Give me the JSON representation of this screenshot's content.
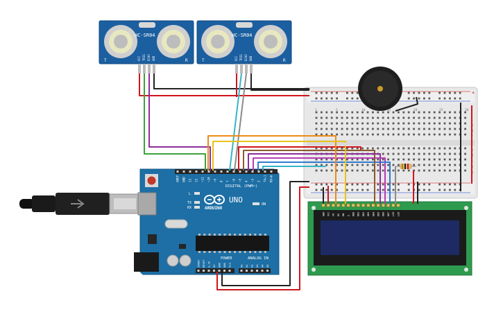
{
  "sensors": [
    {
      "label": "HC-SR04",
      "pin_labels": [
        "VCC",
        "TRIG",
        "ECHO",
        "GND"
      ],
      "corner_left": "T",
      "corner_right": "R"
    },
    {
      "label": "HC-SR04",
      "pin_labels": [
        "VCC",
        "TRIG",
        "ECHO",
        "GND"
      ],
      "corner_left": "T",
      "corner_right": "R"
    }
  ],
  "arduino": {
    "brand": "ARDUINO",
    "model": "UNO",
    "digital_header": "DIGITAL (PWM~)",
    "digital_pins": [
      "AREF",
      "GND",
      "13",
      "12",
      "~11",
      "~10",
      "~9",
      "8",
      "7",
      "~6",
      "~5",
      "4",
      "~3",
      "2",
      "TX▸1",
      "RX◂0"
    ],
    "on_label": "ON",
    "led_labels": [
      "L",
      "TX",
      "RX"
    ],
    "power_header": "POWER",
    "power_pins": [
      "IOREF",
      "RESET",
      "3.3V",
      "5V",
      "GND",
      "GND",
      "Vin"
    ],
    "analog_header": "ANALOG IN",
    "analog_pins": [
      "A0",
      "A1",
      "A2",
      "A3",
      "A4",
      "A5"
    ]
  },
  "breadboard": {
    "column_numbers": [
      "1",
      "5",
      "10",
      "15",
      "20",
      "25",
      "30"
    ],
    "row_letters_top": [
      "j",
      "i",
      "h",
      "g",
      "f"
    ],
    "row_letters_bottom": [
      "e",
      "d",
      "c",
      "b",
      "a"
    ],
    "rail_plus": "+",
    "rail_minus": "-"
  },
  "lcd": {
    "pin_labels": [
      "GND",
      "VCC",
      "V0",
      "RS",
      "RW",
      "E",
      "DB0",
      "DB1",
      "DB2",
      "DB3",
      "DB4",
      "DB5",
      "DB6",
      "DB7",
      "LED",
      "LED"
    ]
  },
  "colors": {
    "pcb_blue": "#1b5fa0",
    "arduino_teal": "#1d6fa5",
    "lcd_green": "#2e9a4e",
    "lcd_screen": "#1d2a63",
    "wire_red": "#d0141c",
    "wire_black": "#222222",
    "wire_green": "#3aa23a",
    "wire_purple": "#8e2c9a",
    "wire_orange": "#ee8a16",
    "wire_yellow": "#e8c21a",
    "wire_cyan": "#35b3c9",
    "wire_gray": "#8a8a8a",
    "wire_brown": "#8a5a2b",
    "wire_magenta": "#b83bb5",
    "wire_blue": "#2f7bd2"
  },
  "icons": [
    "buzzer-icon",
    "usb-cable-icon",
    "resistor-icon"
  ]
}
